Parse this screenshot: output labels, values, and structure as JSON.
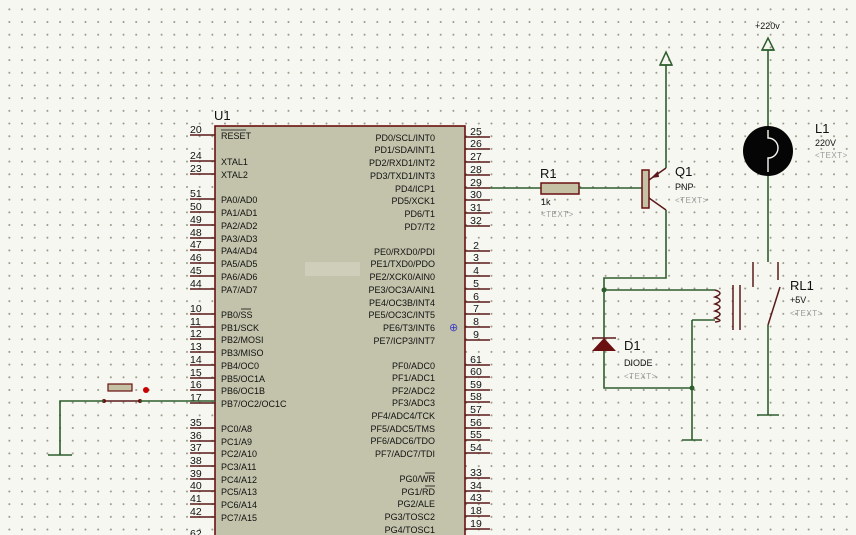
{
  "mcu": {
    "ref": "U1",
    "left_pins": [
      {
        "num": "20",
        "name": "RESET",
        "over": "RESET"
      },
      {
        "num": "24",
        "name": "XTAL1"
      },
      {
        "num": "23",
        "name": "XTAL2"
      },
      {
        "num": "51",
        "name": "PA0/AD0"
      },
      {
        "num": "50",
        "name": "PA1/AD1"
      },
      {
        "num": "49",
        "name": "PA2/AD2"
      },
      {
        "num": "48",
        "name": "PA3/AD3"
      },
      {
        "num": "47",
        "name": "PA4/AD4"
      },
      {
        "num": "46",
        "name": "PA5/AD5"
      },
      {
        "num": "45",
        "name": "PA6/AD6"
      },
      {
        "num": "44",
        "name": "PA7/AD7"
      },
      {
        "num": "10",
        "name": "PB0/SS",
        "over": "SS"
      },
      {
        "num": "11",
        "name": "PB1/SCK"
      },
      {
        "num": "12",
        "name": "PB2/MOSI"
      },
      {
        "num": "13",
        "name": "PB3/MISO"
      },
      {
        "num": "14",
        "name": "PB4/OC0"
      },
      {
        "num": "15",
        "name": "PB5/OC1A"
      },
      {
        "num": "16",
        "name": "PB6/OC1B"
      },
      {
        "num": "17",
        "name": "PB7/OC2/OC1C"
      },
      {
        "num": "35",
        "name": "PC0/A8"
      },
      {
        "num": "36",
        "name": "PC1/A9"
      },
      {
        "num": "37",
        "name": "PC2/A10"
      },
      {
        "num": "38",
        "name": "PC3/A11"
      },
      {
        "num": "39",
        "name": "PC4/A12"
      },
      {
        "num": "40",
        "name": "PC5/A13"
      },
      {
        "num": "41",
        "name": "PC6/A14"
      },
      {
        "num": "42",
        "name": "PC7/A15"
      },
      {
        "num": "62",
        "name": ""
      }
    ],
    "right_pins": [
      {
        "num": "25",
        "name": "PD0/SCL/INT0"
      },
      {
        "num": "26",
        "name": "PD1/SDA/INT1"
      },
      {
        "num": "27",
        "name": "PD2/RXD1/INT2"
      },
      {
        "num": "28",
        "name": "PD3/TXD1/INT3"
      },
      {
        "num": "29",
        "name": "PD4/ICP1"
      },
      {
        "num": "30",
        "name": "PD5/XCK1"
      },
      {
        "num": "31",
        "name": "PD6/T1"
      },
      {
        "num": "32",
        "name": "PD7/T2"
      },
      {
        "num": "2",
        "name": "PE0/RXD0/PDI"
      },
      {
        "num": "3",
        "name": "PE1/TXD0/PDO"
      },
      {
        "num": "4",
        "name": "PE2/XCK0/AIN0"
      },
      {
        "num": "5",
        "name": "PE3/OC3A/AIN1"
      },
      {
        "num": "6",
        "name": "PE4/OC3B/INT4"
      },
      {
        "num": "7",
        "name": "PE5/OC3C/INT5"
      },
      {
        "num": "8",
        "name": "PE6/T3/INT6"
      },
      {
        "num": "9",
        "name": "PE7/ICP3/INT7"
      },
      {
        "num": "61",
        "name": "PF0/ADC0"
      },
      {
        "num": "60",
        "name": "PF1/ADC1"
      },
      {
        "num": "59",
        "name": "PF2/ADC2"
      },
      {
        "num": "58",
        "name": "PF3/ADC3"
      },
      {
        "num": "57",
        "name": "PF4/ADC4/TCK"
      },
      {
        "num": "56",
        "name": "PF5/ADC5/TMS"
      },
      {
        "num": "55",
        "name": "PF6/ADC6/TDO"
      },
      {
        "num": "54",
        "name": "PF7/ADC7/TDI"
      },
      {
        "num": "33",
        "name": "PG0/WR",
        "over": "WR"
      },
      {
        "num": "34",
        "name": "PG1/RD",
        "over": "RD"
      },
      {
        "num": "43",
        "name": "PG2/ALE"
      },
      {
        "num": "18",
        "name": "PG3/TOSC2"
      },
      {
        "num": "19",
        "name": "PG4/TOSC1"
      }
    ]
  },
  "r1": {
    "ref": "R1",
    "value": "1k",
    "text": "<TEXT>"
  },
  "q1": {
    "ref": "Q1",
    "value": "PNP",
    "text": "<TEXT>"
  },
  "d1": {
    "ref": "D1",
    "value": "DIODE",
    "text": "<TEXT>"
  },
  "l1": {
    "ref": "L1",
    "value": "220V",
    "text": "<TEXT>"
  },
  "rl1": {
    "ref": "RL1",
    "value": "+5V",
    "text": "<TEXT>"
  },
  "power": {
    "supply_220": "+220v"
  },
  "colors": {
    "grid_dot": "#9a9a8c",
    "wire": "#2d5e2d",
    "component": "#6b1010",
    "chip_fill": "#c3c3ac",
    "resistor_fill": "#c5c1a4",
    "background": "#f7f7f2"
  }
}
